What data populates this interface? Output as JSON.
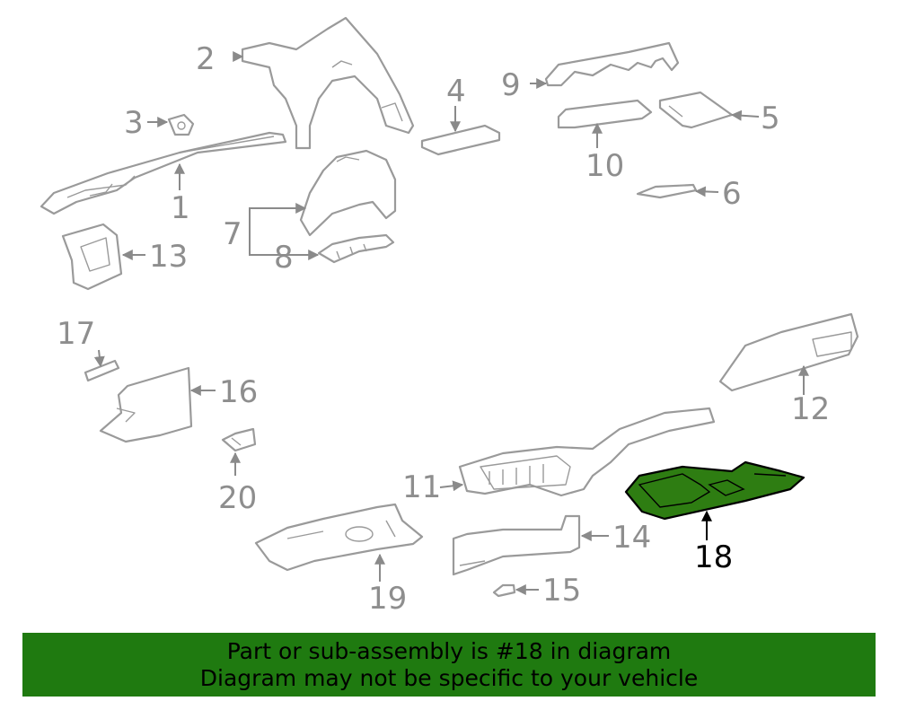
{
  "diagram": {
    "callouts": [
      {
        "num": "1"
      },
      {
        "num": "2"
      },
      {
        "num": "3"
      },
      {
        "num": "4"
      },
      {
        "num": "5"
      },
      {
        "num": "6"
      },
      {
        "num": "7"
      },
      {
        "num": "8"
      },
      {
        "num": "9"
      },
      {
        "num": "10"
      },
      {
        "num": "11"
      },
      {
        "num": "12"
      },
      {
        "num": "13"
      },
      {
        "num": "14"
      },
      {
        "num": "15"
      },
      {
        "num": "16"
      },
      {
        "num": "17"
      },
      {
        "num": "18"
      },
      {
        "num": "19"
      },
      {
        "num": "20"
      }
    ],
    "highlighted_part": "18",
    "highlight_color": "#2e7d12",
    "part_color": "#9a9a9a"
  },
  "banner": {
    "line1": "Part or sub-assembly is #18 in diagram",
    "line2": "Diagram may not be specific to your vehicle",
    "background": "#1f7a10"
  }
}
